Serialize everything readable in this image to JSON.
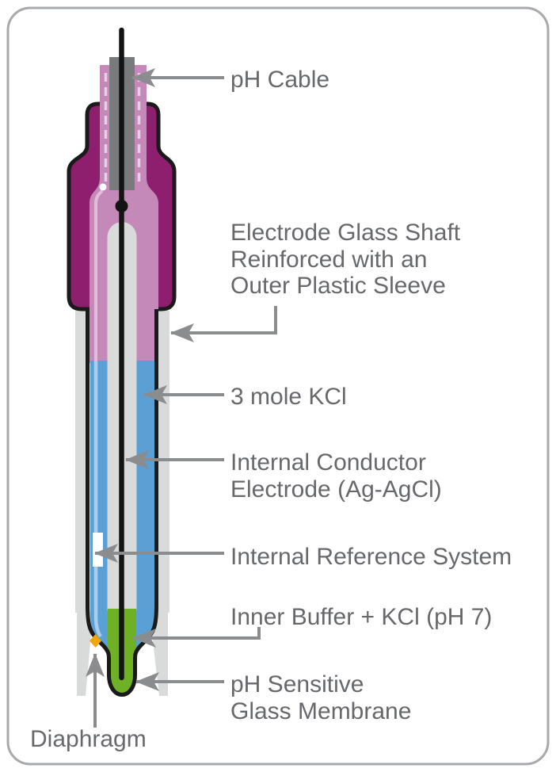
{
  "labels": {
    "ph_cable": "pH Cable",
    "shaft_1": "Electrode Glass Shaft",
    "shaft_2": "Reinforced with an",
    "shaft_3": "Outer Plastic Sleeve",
    "kcl": "3 mole KCl",
    "conductor_1": "Internal Conductor",
    "conductor_2": "Electrode (Ag-AgCl)",
    "reference": "Internal Reference System",
    "buffer": "Inner Buffer + KCl (pH 7)",
    "membrane_1": "pH Sensitive",
    "membrane_2": "Glass Membrane",
    "diaphragm": "Diaphragm"
  },
  "colors": {
    "cap_magenta": "#8e1e6e",
    "glass_pink": "#c489b8",
    "kcl_blue": "#5ba0d4",
    "buffer_green": "#6fb125",
    "diaphragm_orange": "#f2a60b",
    "sleeve_gray": "#d9dada",
    "cable_gray": "#797a7c",
    "outline_black": "#1a1a1a",
    "wire_black": "#141414",
    "arrow_gray": "#8a8c8e",
    "label_text": "#66686b",
    "frame_border": "#a7a9ac",
    "highlight_pink": "#e2bcd9",
    "highlight_blue": "#a9cdec",
    "dash_white": "#e9d0e4"
  }
}
